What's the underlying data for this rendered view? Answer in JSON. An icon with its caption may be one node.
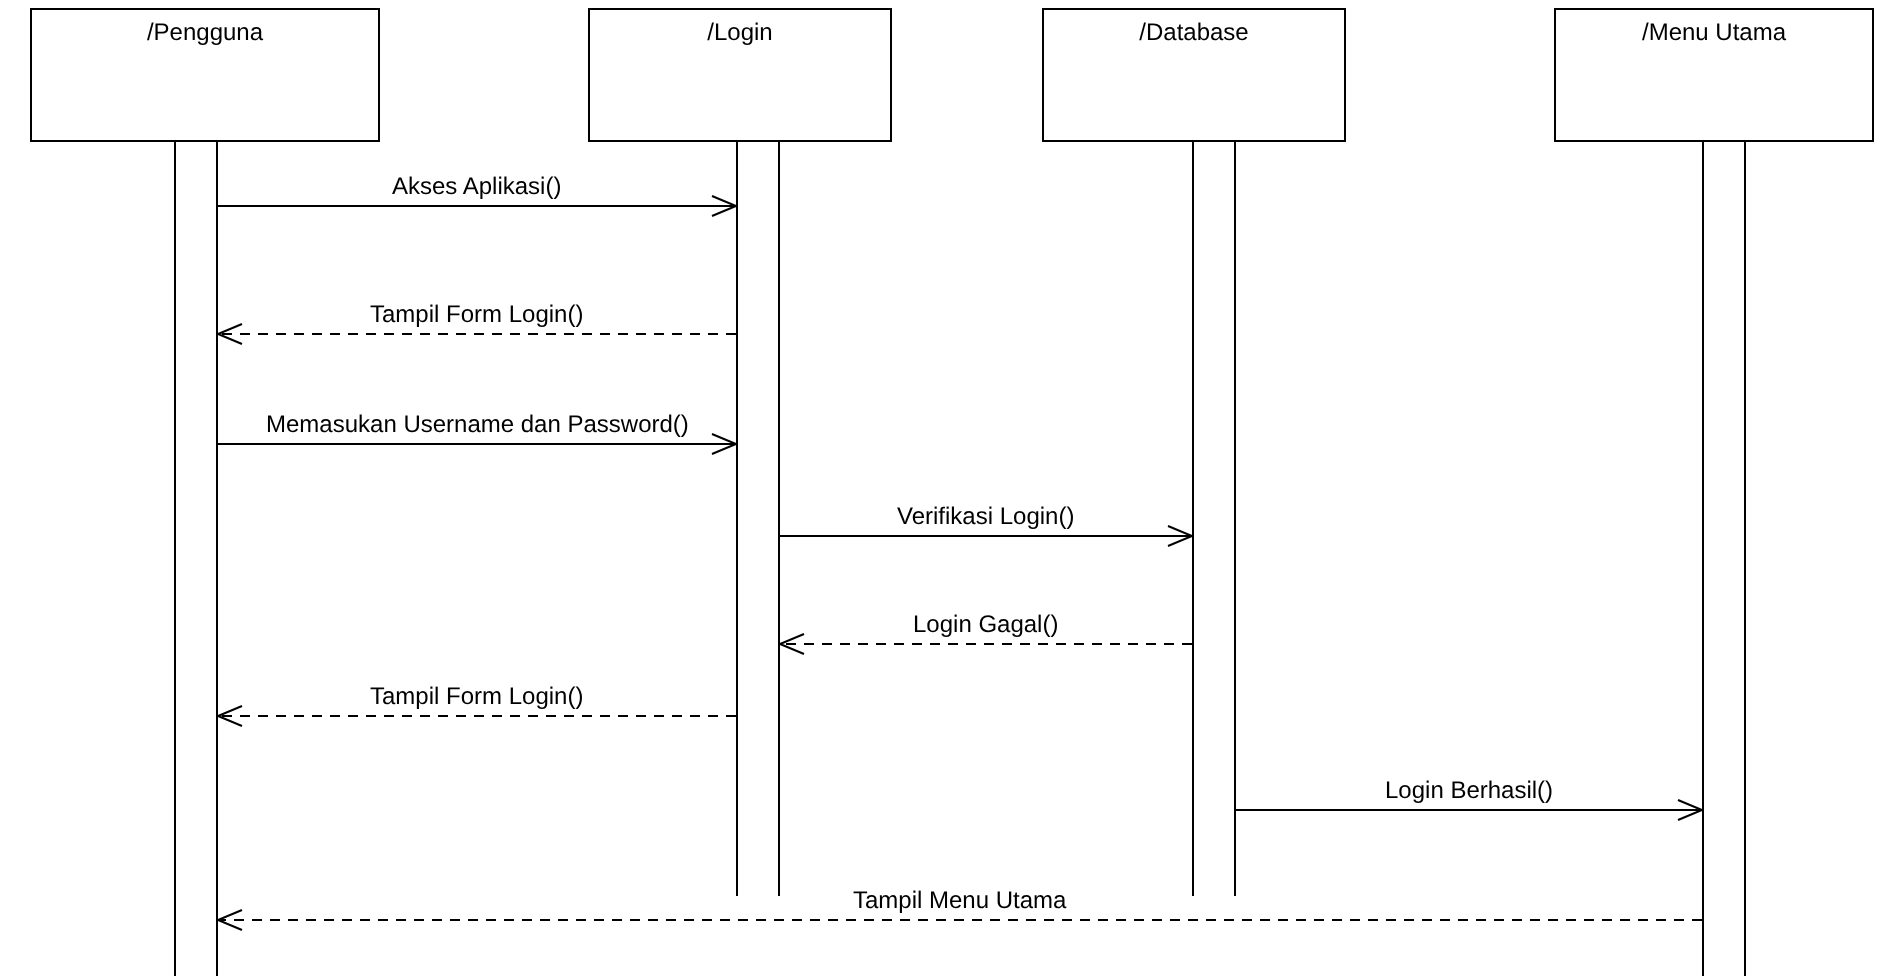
{
  "diagram": {
    "nodes": [
      {
        "text": [
          "/Pengguna"
        ]
      },
      {
        "text": [
          "/Login"
        ]
      },
      {
        "text": [
          "/Database"
        ]
      },
      {
        "text": [
          "/Menu Utama"
        ]
      },
      {
        "text": [],
        "shape": "bar"
      },
      {
        "text": [],
        "shape": "bar"
      },
      {
        "text": [],
        "shape": "bar"
      },
      {
        "text": [],
        "shape": "bar"
      }
    ],
    "edges": [
      {
        "from": 4,
        "to": 5,
        "arrow": "to",
        "label": "Akses Aplikasi()"
      },
      {
        "from": 5,
        "to": 4,
        "arrow": "to",
        "label": "Tampil Form Login()",
        "style": "dashed"
      },
      {
        "from": 4,
        "to": 5,
        "arrow": "to",
        "label": "Memasukan Username dan Password()"
      },
      {
        "from": 5,
        "to": 6,
        "arrow": "to",
        "label": "Verifikasi Login()"
      },
      {
        "from": 6,
        "to": 5,
        "arrow": "to",
        "label": "Login Gagal()",
        "style": "dashed"
      },
      {
        "from": 5,
        "to": 4,
        "arrow": "to",
        "label": "Tampil Form Login()",
        "style": "dashed"
      },
      {
        "from": 6,
        "to": 7,
        "arrow": "to",
        "label": "Login Berhasil()"
      },
      {
        "from": 7,
        "to": 4,
        "arrow": "to",
        "label": "Tampil Menu Utama",
        "style": "dashed"
      }
    ]
  }
}
